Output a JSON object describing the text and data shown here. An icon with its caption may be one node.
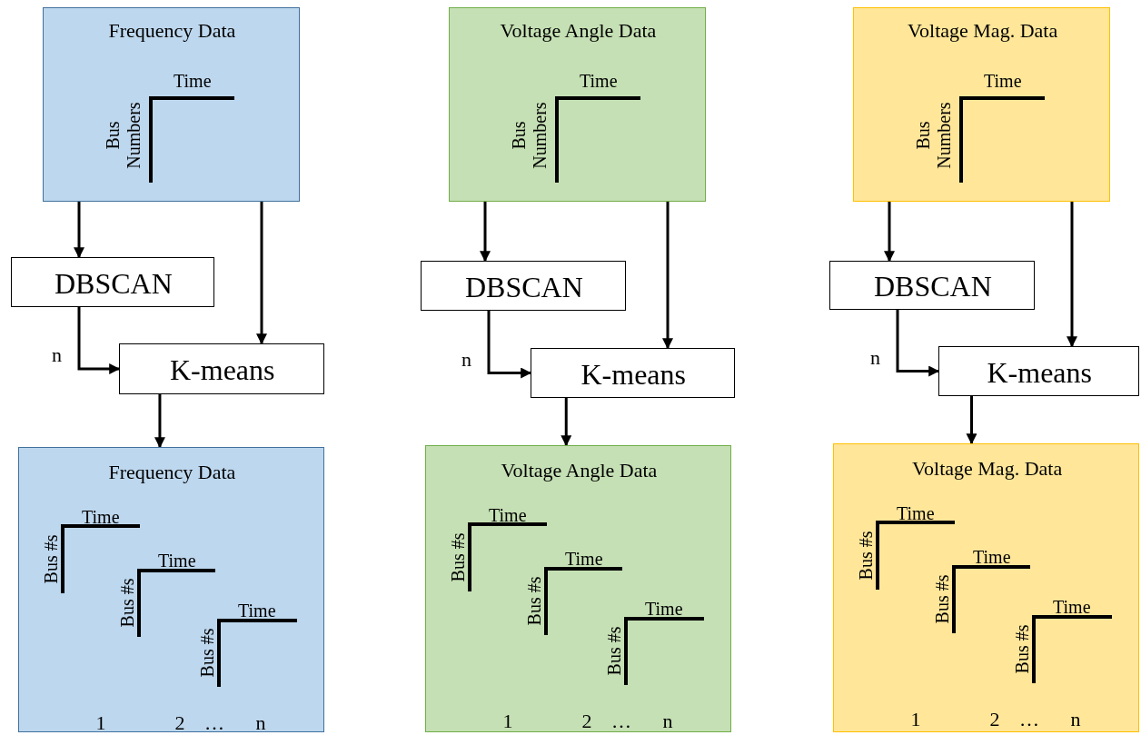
{
  "diagram": {
    "nodes": [
      {
        "text": [
          "Frequency Data",
          "Time",
          "Bus Numbers"
        ]
      },
      {
        "text": [
          "DBSCAN"
        ]
      },
      {
        "text": [
          "K-means"
        ]
      },
      {
        "text": [
          "Frequency Data",
          "Time",
          "Bus #s",
          "Time",
          "Bus #s",
          "Time",
          "Bus #s",
          "1",
          "2",
          "…",
          "n"
        ]
      },
      {
        "text": [
          "Voltage Angle Data",
          "Time",
          "Bus Numbers"
        ]
      },
      {
        "text": [
          "DBSCAN"
        ]
      },
      {
        "text": [
          "K-means"
        ]
      },
      {
        "text": [
          "Voltage Angle Data",
          "Time",
          "Bus #s",
          "Time",
          "Bus #s",
          "Time",
          "Bus #s",
          "1",
          "2",
          "…",
          "n"
        ]
      },
      {
        "text": [
          "Voltage Mag. Data",
          "Time",
          "Bus Numbers"
        ]
      },
      {
        "text": [
          "DBSCAN"
        ]
      },
      {
        "text": [
          "K-means"
        ]
      },
      {
        "text": [
          "Voltage Mag. Data",
          "Time",
          "Bus #s",
          "Time",
          "Bus #s",
          "Time",
          "Bus #s",
          "1",
          "2",
          "…",
          "n"
        ]
      }
    ],
    "edges": [
      {
        "from": 0,
        "to": 1,
        "arrow": "to"
      },
      {
        "from": 0,
        "to": 2,
        "arrow": "to"
      },
      {
        "from": 1,
        "to": 2,
        "arrow": "to",
        "label": "n"
      },
      {
        "from": 2,
        "to": 3,
        "arrow": "to"
      },
      {
        "from": 4,
        "to": 5,
        "arrow": "to"
      },
      {
        "from": 4,
        "to": 6,
        "arrow": "to"
      },
      {
        "from": 5,
        "to": 6,
        "arrow": "to",
        "label": "n"
      },
      {
        "from": 6,
        "to": 7,
        "arrow": "to"
      },
      {
        "from": 8,
        "to": 9,
        "arrow": "to"
      },
      {
        "from": 8,
        "to": 10,
        "arrow": "to"
      },
      {
        "from": 9,
        "to": 10,
        "arrow": "to",
        "label": "n"
      },
      {
        "from": 10,
        "to": 11,
        "arrow": "to"
      }
    ]
  }
}
